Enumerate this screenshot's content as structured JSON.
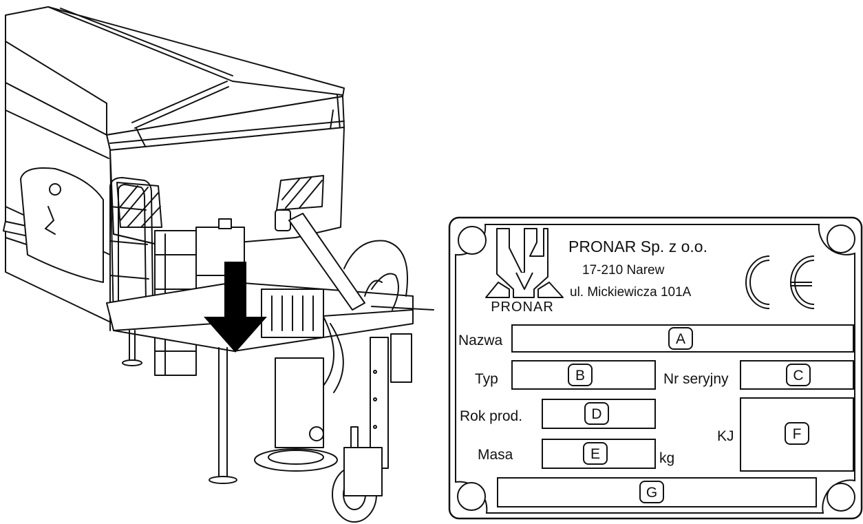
{
  "plate": {
    "company": "PRONAR Sp. z o.o.",
    "postal": "17-210 Narew",
    "street": "ul. Mickiewicza 101A",
    "logo_text": "PRONAR",
    "ce_mark": "CE",
    "labels": {
      "name": "Nazwa",
      "type": "Typ",
      "serial": "Nr seryjny",
      "year": "Rok prod.",
      "mass": "Masa",
      "mass_unit": "kg",
      "kj": "KJ"
    },
    "fields": {
      "name": "A",
      "type": "B",
      "serial": "C",
      "year": "D",
      "mass": "E",
      "kj": "F",
      "bottom": "G"
    }
  },
  "machine": {
    "icon": "spreader-trailer-illustration",
    "pointer": "arrow-down-icon"
  }
}
